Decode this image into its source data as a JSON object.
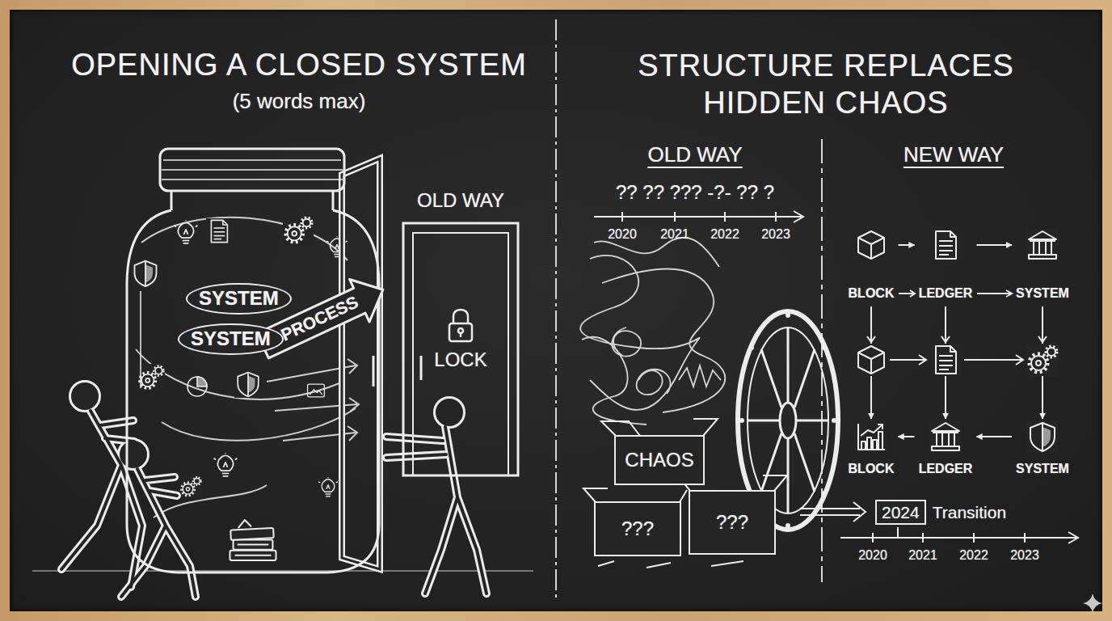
{
  "diagram": {
    "title": "OPENING A CLOSED SYSTEM",
    "nodes": [
      {
        "text": [
          "SYSTEM",
          "SYSTEM",
          "PROCESS"
        ]
      },
      {
        "text": [
          "OLD WAY",
          "LOCK"
        ]
      },
      {
        "text": [
          "CHAOS"
        ]
      },
      {
        "text": [
          "???"
        ]
      },
      {
        "text": [
          "???"
        ]
      },
      {
        "text": [
          "BLOCK"
        ]
      },
      {
        "text": [
          "LEDGER"
        ]
      },
      {
        "text": [
          "SYSTEM"
        ]
      },
      {
        "text": [
          "BLOCK"
        ]
      },
      {
        "text": [
          "LEDGER"
        ]
      },
      {
        "text": [
          "SYSTEM"
        ]
      },
      {
        "text": [
          "2024",
          "Transition"
        ]
      }
    ],
    "edges": [
      {
        "from": 5,
        "to": 6,
        "arrow": "to"
      },
      {
        "from": 6,
        "to": 7,
        "arrow": "to"
      },
      {
        "from": 5,
        "to": 8,
        "arrow": "to"
      },
      {
        "from": 6,
        "to": 9,
        "arrow": "to"
      },
      {
        "from": 7,
        "to": 10,
        "arrow": "to"
      },
      {
        "from": 10,
        "to": 9,
        "arrow": "to"
      },
      {
        "from": 9,
        "to": 8,
        "arrow": "to"
      }
    ],
    "labels": [
      "(5 words max)",
      "STRUCTURE REPLACES HIDDEN CHAOS",
      "OLD WAY",
      "NEW WAY",
      "?? ?? ??? -?- ?? ?",
      "2020",
      "2021",
      "2022",
      "2023",
      "2020",
      "2021",
      "2022",
      "2023"
    ]
  }
}
